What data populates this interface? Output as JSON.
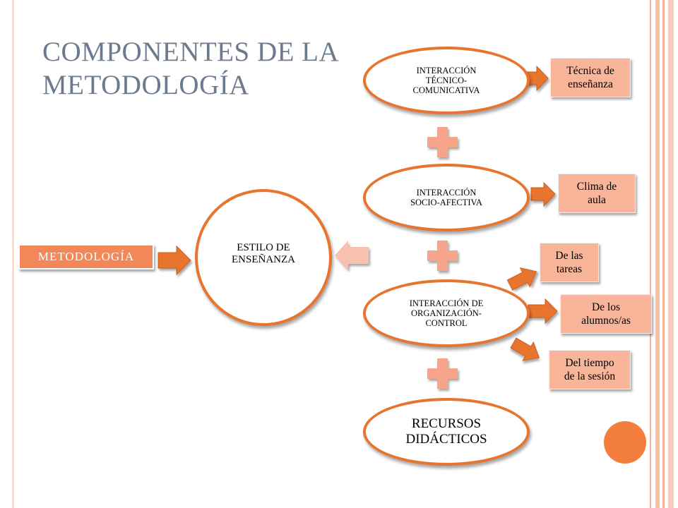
{
  "title": {
    "line1": "COMPONENTES DE LA",
    "line2": "METODOLOGÍA"
  },
  "nodes": {
    "metodologia": "METODOLOGÍA",
    "estilo": {
      "line1": "ESTILO DE",
      "line2": "ENSEÑANZA"
    },
    "tecnico": {
      "line1": "INTERACCIÓN",
      "line2": "TÉCNICO-",
      "line3": "COMUNICATIVA"
    },
    "socio": {
      "line1": "INTERACCIÓN",
      "line2": "SOCIO-AFECTIVA"
    },
    "organizacion": {
      "line1": "INTERACCIÓN DE",
      "line2": "ORGANIZACIÓN-",
      "line3": "CONTROL"
    },
    "recursos": {
      "line1": "RECURSOS",
      "line2": "DIDÁCTICOS"
    }
  },
  "outputs": {
    "tecnica": {
      "line1": "Técnica de",
      "line2": "enseñanza"
    },
    "clima": {
      "line1": "Clima de",
      "line2": "aula"
    },
    "tareas": {
      "line1": "De las",
      "line2": "tareas"
    },
    "alumnos": {
      "line1": "De los",
      "line2": "alumnos/as"
    },
    "tiempo": {
      "line1": "Del tiempo",
      "line2": "de la sesión"
    }
  },
  "colors": {
    "accent": "#e8742e",
    "box_fill": "#f9b59a",
    "plus": "#f6a58a",
    "left_arrow": "#f8c0ae",
    "title": "#6b7a8c",
    "circle": "#f47e3c",
    "frame": "#f4b29a"
  }
}
